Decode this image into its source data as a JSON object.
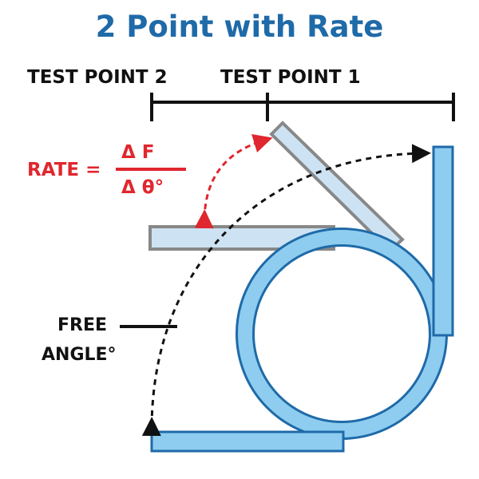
{
  "title": "2 Point with Rate",
  "labels": {
    "test_point_2": "TEST POINT 2",
    "test_point_1": "TEST POINT 1",
    "rate": "RATE =",
    "delta_f": "Δ F",
    "delta_theta": "Δ θ°",
    "free": "FREE",
    "angle": "ANGLE°"
  },
  "colors": {
    "title": "#1f6aa8",
    "spring_fill": "#8ecdf0",
    "spring_stroke": "#1f6aa8",
    "arm_fill": "#cde3f3",
    "arm_stroke": "#888888",
    "rate": "#e0262e",
    "ink": "#111111"
  }
}
